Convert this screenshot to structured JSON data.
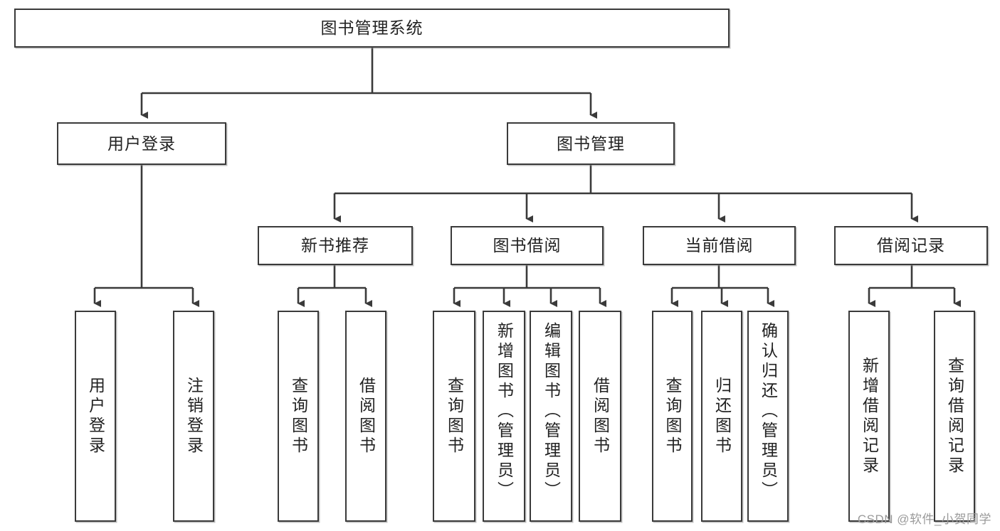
{
  "diagram": {
    "title": "图书管理系统",
    "watermark": "CSDN @软件_小贺同学",
    "root": {
      "label": "图书管理系统"
    },
    "level2": [
      {
        "label": "用户登录"
      },
      {
        "label": "图书管理"
      }
    ],
    "level3": [
      {
        "label": "新书推荐"
      },
      {
        "label": "图书借阅"
      },
      {
        "label": "当前借阅"
      },
      {
        "label": "借阅记录"
      }
    ],
    "leaves": {
      "user_login": [
        {
          "label": "用户登录"
        },
        {
          "label": "注销登录"
        }
      ],
      "new_book_recommend": [
        {
          "label": "查询图书"
        },
        {
          "label": "借阅图书"
        }
      ],
      "book_borrow": [
        {
          "label": "查询图书"
        },
        {
          "label": "新增图书（管理员）"
        },
        {
          "label": "编辑图书（管理员）"
        },
        {
          "label": "借阅图书"
        }
      ],
      "current_borrow": [
        {
          "label": "查询图书"
        },
        {
          "label": "归还图书"
        },
        {
          "label": "确认归还（管理员）"
        }
      ],
      "borrow_record": [
        {
          "label": "新增借阅记录"
        },
        {
          "label": "查询借阅记录"
        }
      ]
    }
  },
  "colors": {
    "border": "#3a3a3a",
    "text": "#222222",
    "background": "#ffffff",
    "watermark": "#9a9a9a"
  }
}
